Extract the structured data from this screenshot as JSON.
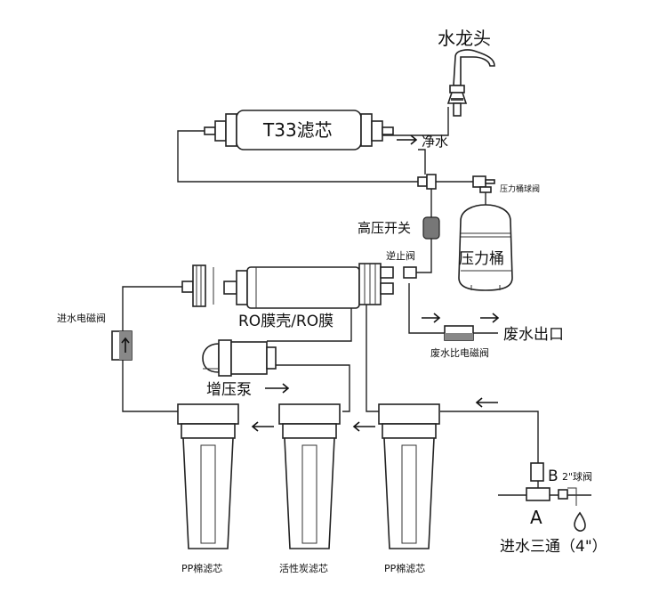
{
  "labels": {
    "faucet": "水龙头",
    "t33_filter": "T33滤芯",
    "pure_water": "净水",
    "tank_ball_valve": "压力桶球阀",
    "high_pressure_switch": "高压开关",
    "pressure_tank": "压力桶",
    "check_valve": "逆止阀",
    "ro_housing_membrane": "RO膜壳/RO膜",
    "inlet_solenoid_valve": "进水电磁阀",
    "waste_water_outlet": "废水出口",
    "waste_ratio_solenoid": "废水比电磁阀",
    "booster_pump": "增压泵",
    "ball_valve_2": "2\"球阀",
    "port_a": "A",
    "port_b": "B",
    "inlet_tee": "进水三通（4\"）",
    "filter_1": "PP棉滤芯",
    "filter_2": "活性炭滤芯",
    "filter_3": "PP棉滤芯"
  },
  "icons": {
    "faucet": "faucet-icon",
    "water_drop": "water-drop-icon"
  }
}
